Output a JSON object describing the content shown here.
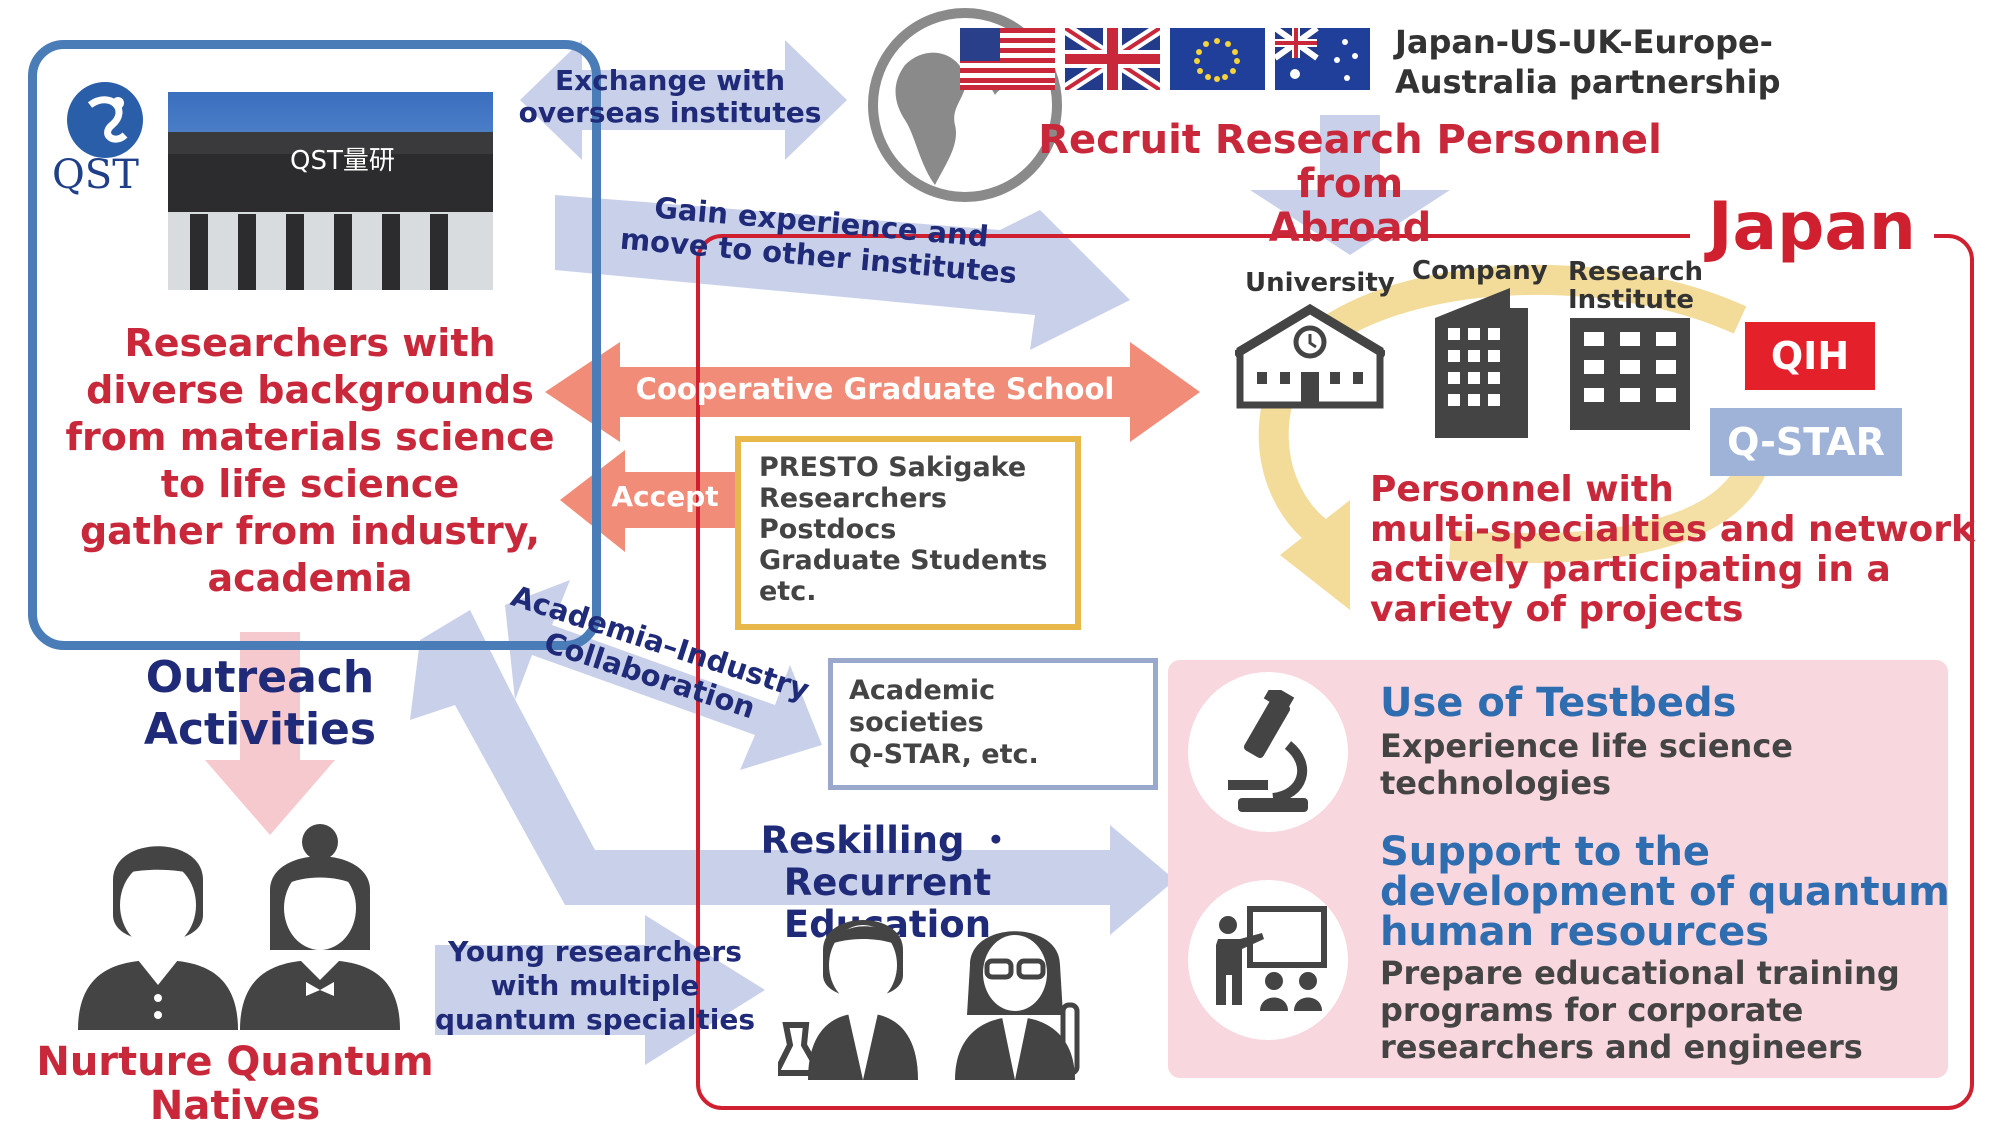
{
  "qst": {
    "logo_text": "QST",
    "building_sign": "QST量研",
    "description_lines": [
      "Researchers with",
      "diverse backgrounds",
      "from materials science",
      "to life science",
      "gather from industry,",
      "academia"
    ]
  },
  "arrows": {
    "exchange": [
      "Exchange with",
      "overseas institutes"
    ],
    "gain_experience": [
      "Gain experience and",
      "move to other institutes"
    ],
    "cooperative": "Cooperative Graduate School",
    "accept": "Accept",
    "academia_industry": [
      "Academia–Industry",
      "Collaboration"
    ],
    "young_researchers": [
      "Young researchers",
      "with multiple",
      "quantum specialties"
    ],
    "reskilling": [
      "Reskilling ・ Recurrent",
      "Education"
    ],
    "outreach": [
      "Outreach",
      "Activities"
    ]
  },
  "partnership": {
    "label_lines": [
      "Japan-US-UK-Europe-",
      "Australia partnership"
    ],
    "recruit_lines": [
      "Recruit Research Personnel from",
      "Abroad"
    ]
  },
  "presto_lines": [
    "PRESTO Sakigake",
    "Researchers",
    "Postdocs",
    "Graduate Students",
    "etc."
  ],
  "japan": {
    "label": "Japan",
    "university": "University",
    "company": "Company",
    "research_institute_lines": [
      "Research",
      "Institute"
    ],
    "qih": "QIH",
    "qstar": "Q-STAR",
    "personnel_lines": [
      "Personnel with",
      "multi-specialties and network",
      "actively participating in a",
      "variety of projects"
    ]
  },
  "academic_lines": [
    "Academic societies",
    "Q-STAR, etc."
  ],
  "panel": {
    "testbeds_title": "Use of Testbeds",
    "testbeds_desc_lines": [
      "Experience life science",
      "technologies"
    ],
    "support_title_lines": [
      "Support to the",
      "development of quantum",
      "human resources"
    ],
    "support_desc_lines": [
      "Prepare educational training",
      "programs for corporate",
      "researchers and engineers"
    ]
  },
  "nurture_lines": [
    "Nurture Quantum",
    "Natives"
  ],
  "colors": {
    "red": "#c8283a",
    "navy": "#1f2a78",
    "blue_border": "#4a7db8",
    "arrow_blue": "#c9d0ea",
    "arrow_salmon": "#f08c78",
    "pink": "#f8d7de"
  }
}
